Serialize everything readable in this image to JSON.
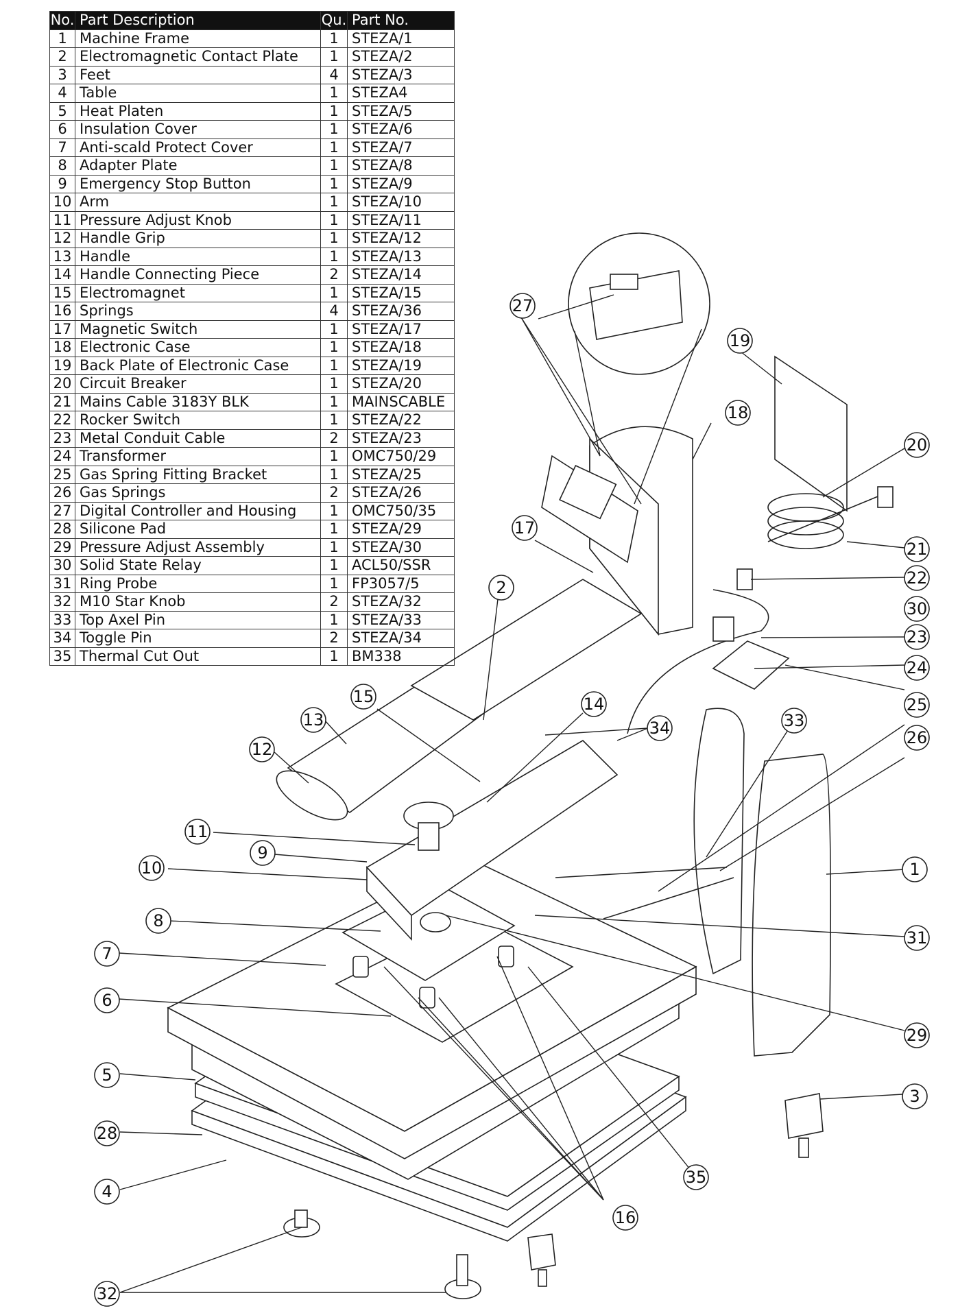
{
  "table": {
    "headers": {
      "no": "No.",
      "desc": "Part Description",
      "qty": "Qu.",
      "pn": "Part No."
    },
    "rows": [
      {
        "no": "1",
        "desc": "Machine Frame",
        "qty": "1",
        "pn": "STEZA/1"
      },
      {
        "no": "2",
        "desc": "Electromagnetic Contact Plate",
        "qty": "1",
        "pn": "STEZA/2"
      },
      {
        "no": "3",
        "desc": "Feet",
        "qty": "4",
        "pn": "STEZA/3"
      },
      {
        "no": "4",
        "desc": "Table",
        "qty": "1",
        "pn": "STEZA4"
      },
      {
        "no": "5",
        "desc": "Heat Platen",
        "qty": "1",
        "pn": "STEZA/5"
      },
      {
        "no": "6",
        "desc": "Insulation Cover",
        "qty": "1",
        "pn": "STEZA/6"
      },
      {
        "no": "7",
        "desc": "Anti-scald Protect Cover",
        "qty": "1",
        "pn": "STEZA/7"
      },
      {
        "no": "8",
        "desc": "Adapter Plate",
        "qty": "1",
        "pn": "STEZA/8"
      },
      {
        "no": "9",
        "desc": "Emergency Stop Button",
        "qty": "1",
        "pn": "STEZA/9"
      },
      {
        "no": "10",
        "desc": "Arm",
        "qty": "1",
        "pn": "STEZA/10"
      },
      {
        "no": "11",
        "desc": "Pressure Adjust Knob",
        "qty": "1",
        "pn": "STEZA/11"
      },
      {
        "no": "12",
        "desc": "Handle Grip",
        "qty": "1",
        "pn": "STEZA/12"
      },
      {
        "no": "13",
        "desc": "Handle",
        "qty": "1",
        "pn": "STEZA/13"
      },
      {
        "no": "14",
        "desc": "Handle Connecting Piece",
        "qty": "2",
        "pn": "STEZA/14"
      },
      {
        "no": "15",
        "desc": "Electromagnet",
        "qty": "1",
        "pn": "STEZA/15"
      },
      {
        "no": "16",
        "desc": "Springs",
        "qty": "4",
        "pn": "STEZA/36"
      },
      {
        "no": "17",
        "desc": "Magnetic Switch",
        "qty": "1",
        "pn": "STEZA/17"
      },
      {
        "no": "18",
        "desc": "Electronic Case",
        "qty": "1",
        "pn": "STEZA/18"
      },
      {
        "no": "19",
        "desc": "Back Plate of Electronic Case",
        "qty": "1",
        "pn": "STEZA/19"
      },
      {
        "no": "20",
        "desc": "Circuit Breaker",
        "qty": "1",
        "pn": "STEZA/20"
      },
      {
        "no": "21",
        "desc": "Mains Cable 3183Y BLK",
        "qty": "1",
        "pn": "MAINSCABLE"
      },
      {
        "no": "22",
        "desc": "Rocker Switch",
        "qty": "1",
        "pn": "STEZA/22"
      },
      {
        "no": "23",
        "desc": "Metal Conduit Cable",
        "qty": "2",
        "pn": "STEZA/23"
      },
      {
        "no": "24",
        "desc": "Transformer",
        "qty": "1",
        "pn": "OMC750/29"
      },
      {
        "no": "25",
        "desc": "Gas Spring Fitting Bracket",
        "qty": "1",
        "pn": "STEZA/25"
      },
      {
        "no": "26",
        "desc": "Gas Springs",
        "qty": "2",
        "pn": "STEZA/26"
      },
      {
        "no": "27",
        "desc": "Digital Controller and Housing",
        "qty": "1",
        "pn": "OMC750/35"
      },
      {
        "no": "28",
        "desc": "Silicone Pad",
        "qty": "1",
        "pn": "STEZA/29"
      },
      {
        "no": "29",
        "desc": "Pressure Adjust Assembly",
        "qty": "1",
        "pn": "STEZA/30"
      },
      {
        "no": "30",
        "desc": "Solid State Relay",
        "qty": "1",
        "pn": "ACL50/SSR"
      },
      {
        "no": "31",
        "desc": "Ring Probe",
        "qty": "1",
        "pn": "FP3057/5"
      },
      {
        "no": "32",
        "desc": "M10 Star Knob",
        "qty": "2",
        "pn": "STEZA/32"
      },
      {
        "no": "33",
        "desc": "Top Axel Pin",
        "qty": "1",
        "pn": "STEZA/33"
      },
      {
        "no": "34",
        "desc": "Toggle Pin",
        "qty": "2",
        "pn": "STEZA/34"
      },
      {
        "no": "35",
        "desc": "Thermal Cut Out",
        "qty": "1",
        "pn": "BM338"
      }
    ]
  },
  "callouts": [
    "1",
    "2",
    "3",
    "4",
    "5",
    "6",
    "7",
    "8",
    "9",
    "10",
    "11",
    "12",
    "13",
    "14",
    "15",
    "16",
    "17",
    "18",
    "19",
    "20",
    "21",
    "22",
    "23",
    "24",
    "25",
    "26",
    "27",
    "28",
    "29",
    "30",
    "31",
    "32",
    "33",
    "34",
    "35"
  ]
}
